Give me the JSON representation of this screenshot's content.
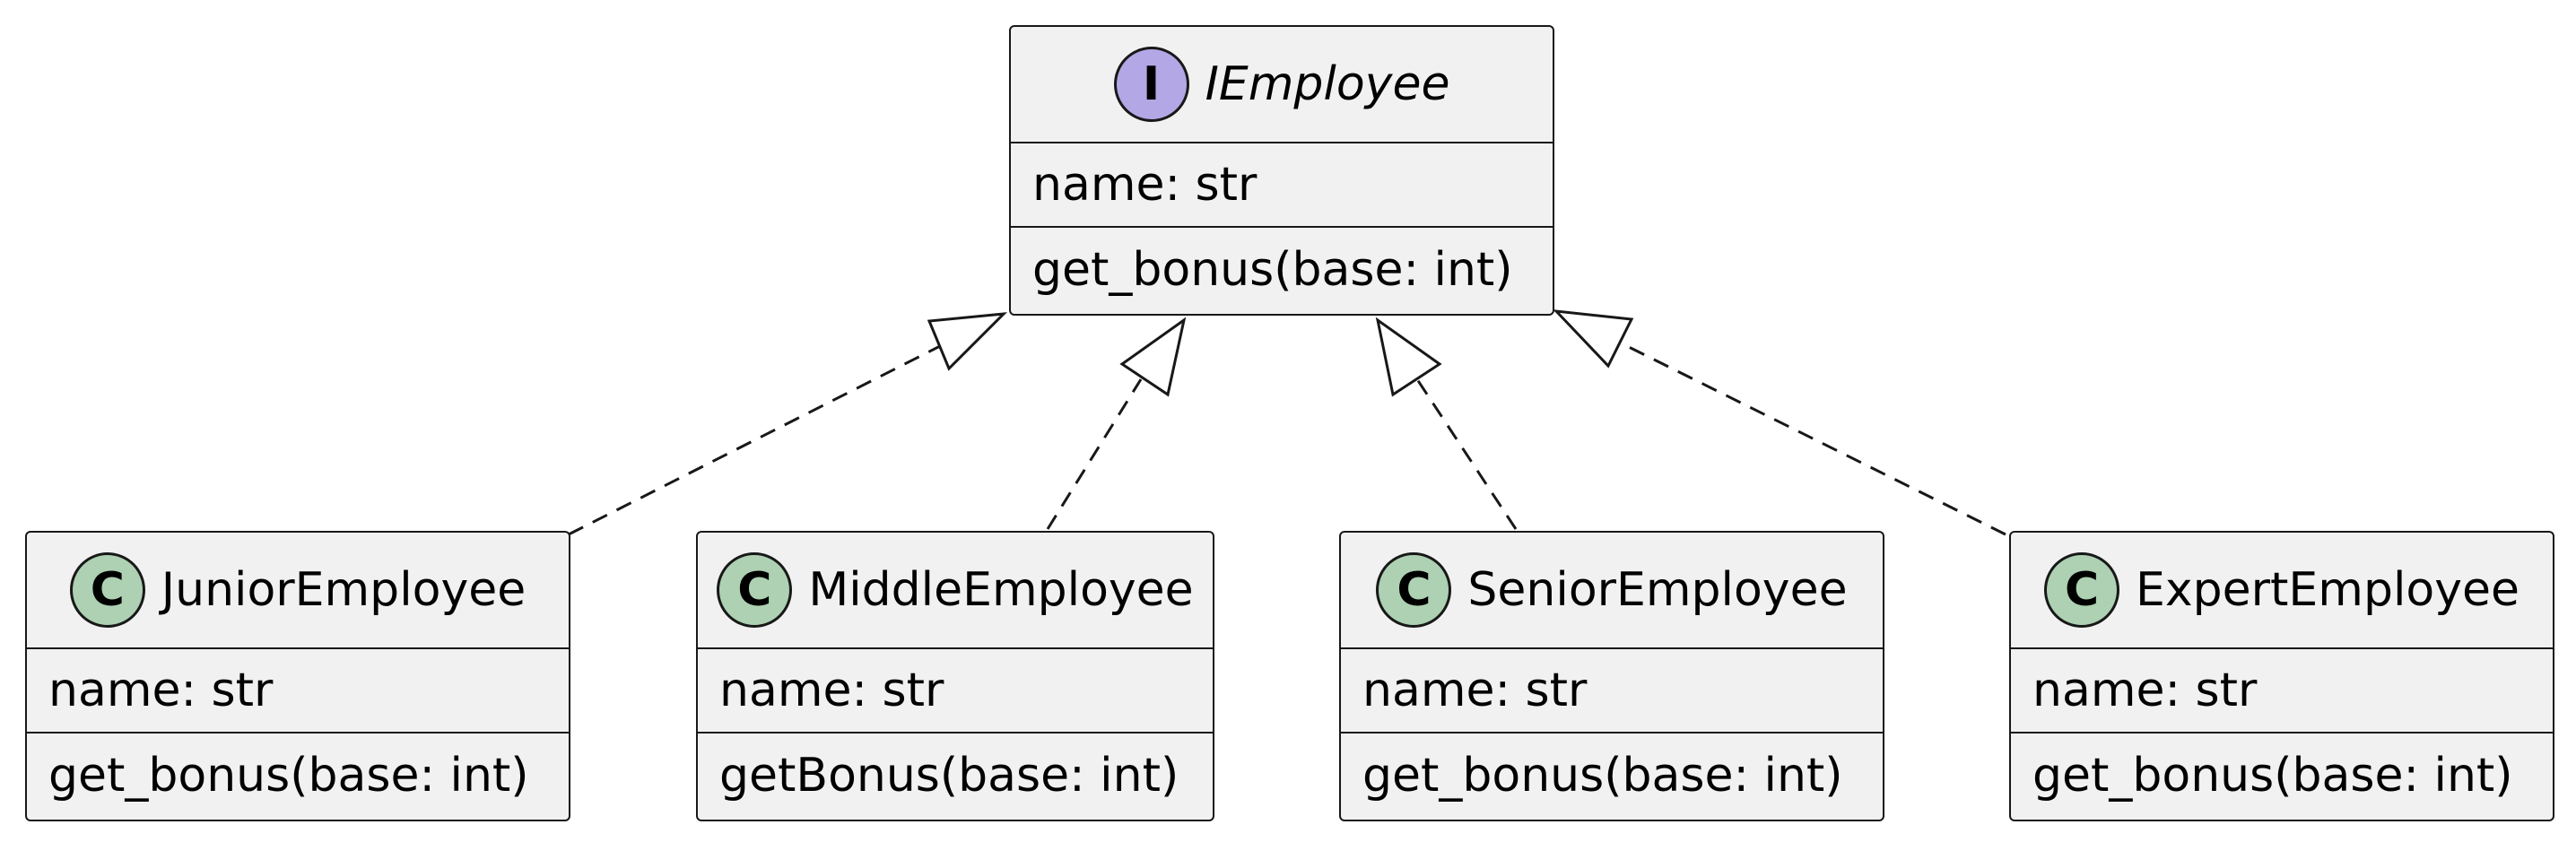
{
  "interface": {
    "badge": "I",
    "name": "IEmployee",
    "attribute": "name: str",
    "method": "get_bonus(base: int)"
  },
  "classes": [
    {
      "badge": "C",
      "name": "JuniorEmployee",
      "attribute": "name: str",
      "method": "get_bonus(base: int)"
    },
    {
      "badge": "C",
      "name": "MiddleEmployee",
      "attribute": "name: str",
      "method": "getBonus(base: int)"
    },
    {
      "badge": "C",
      "name": "SeniorEmployee",
      "attribute": "name: str",
      "method": "get_bonus(base: int)"
    },
    {
      "badge": "C",
      "name": "ExpertEmployee",
      "attribute": "name: str",
      "method": "get_bonus(base: int)"
    }
  ],
  "relations": [
    {
      "from": "JuniorEmployee",
      "to": "IEmployee",
      "kind": "realization"
    },
    {
      "from": "MiddleEmployee",
      "to": "IEmployee",
      "kind": "realization"
    },
    {
      "from": "SeniorEmployee",
      "to": "IEmployee",
      "kind": "realization"
    },
    {
      "from": "ExpertEmployee",
      "to": "IEmployee",
      "kind": "realization"
    }
  ],
  "colors": {
    "class_badge": "#add1b2",
    "interface_badge": "#b4a7e5",
    "box_fill": "#f1f1f1",
    "stroke": "#181818"
  }
}
